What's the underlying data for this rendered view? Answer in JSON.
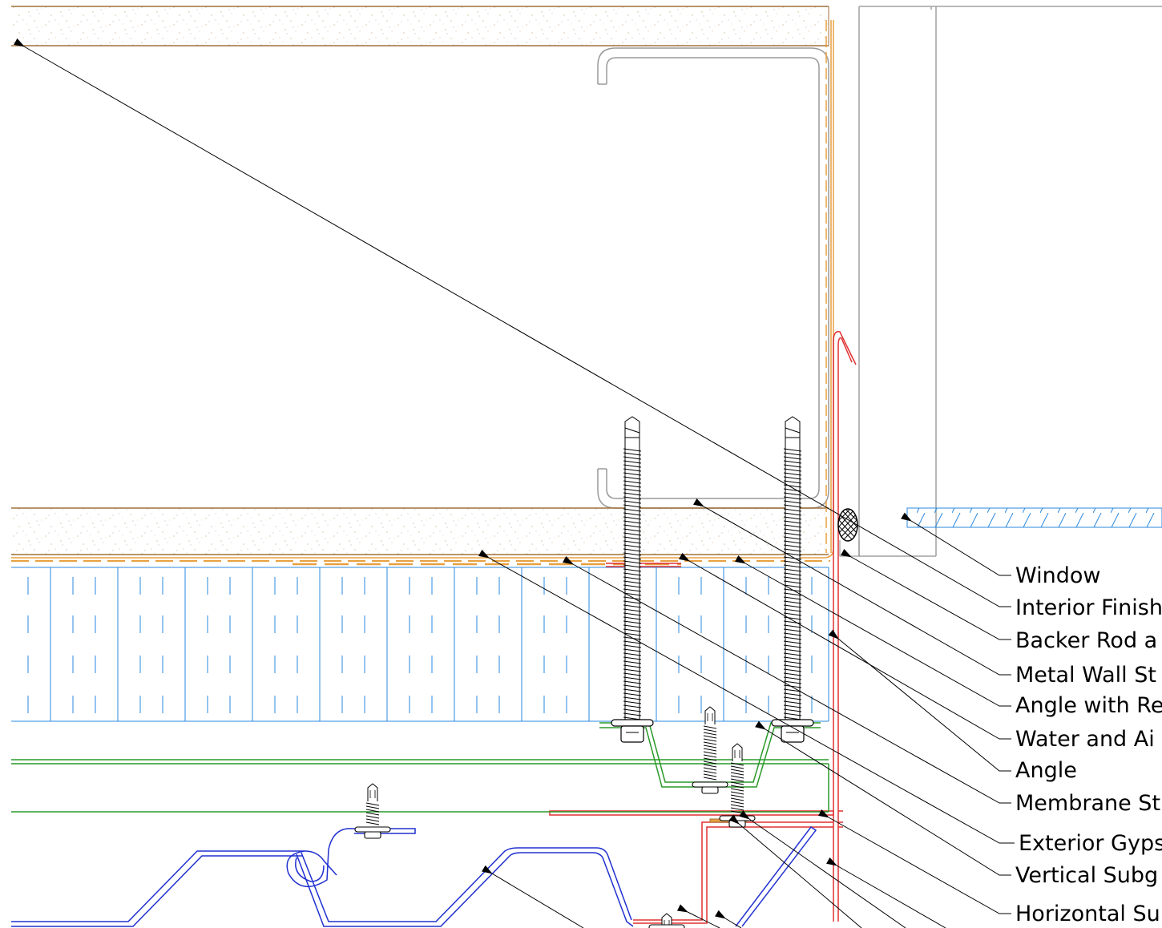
{
  "labels": {
    "window": "Window",
    "interior_finish": "Interior Finish",
    "backer_rod": "Backer Rod a",
    "metal_wall_stud": "Metal Wall St",
    "angle_with_re": "Angle with Re",
    "water_and_air": "Water and Ai",
    "angle": "Angle",
    "membrane_st": "Membrane St",
    "exterior_gyps": "Exterior Gyps",
    "vertical_subg": "Vertical Subg",
    "horizontal_su": "Horizontal Su"
  },
  "colors": {
    "gypsum_outline": "#a0703a",
    "gypsum_speckle": "#c8a070",
    "membrane": "#e8a040",
    "insulation": "#2a8adf",
    "subgirt": "#2a9a2a",
    "flashing": "#e03030",
    "panel": "#2030d0",
    "window_frame": "#a0a0a0",
    "sill": "#2a8adf",
    "fastener": "#000000",
    "leader": "#000000"
  }
}
